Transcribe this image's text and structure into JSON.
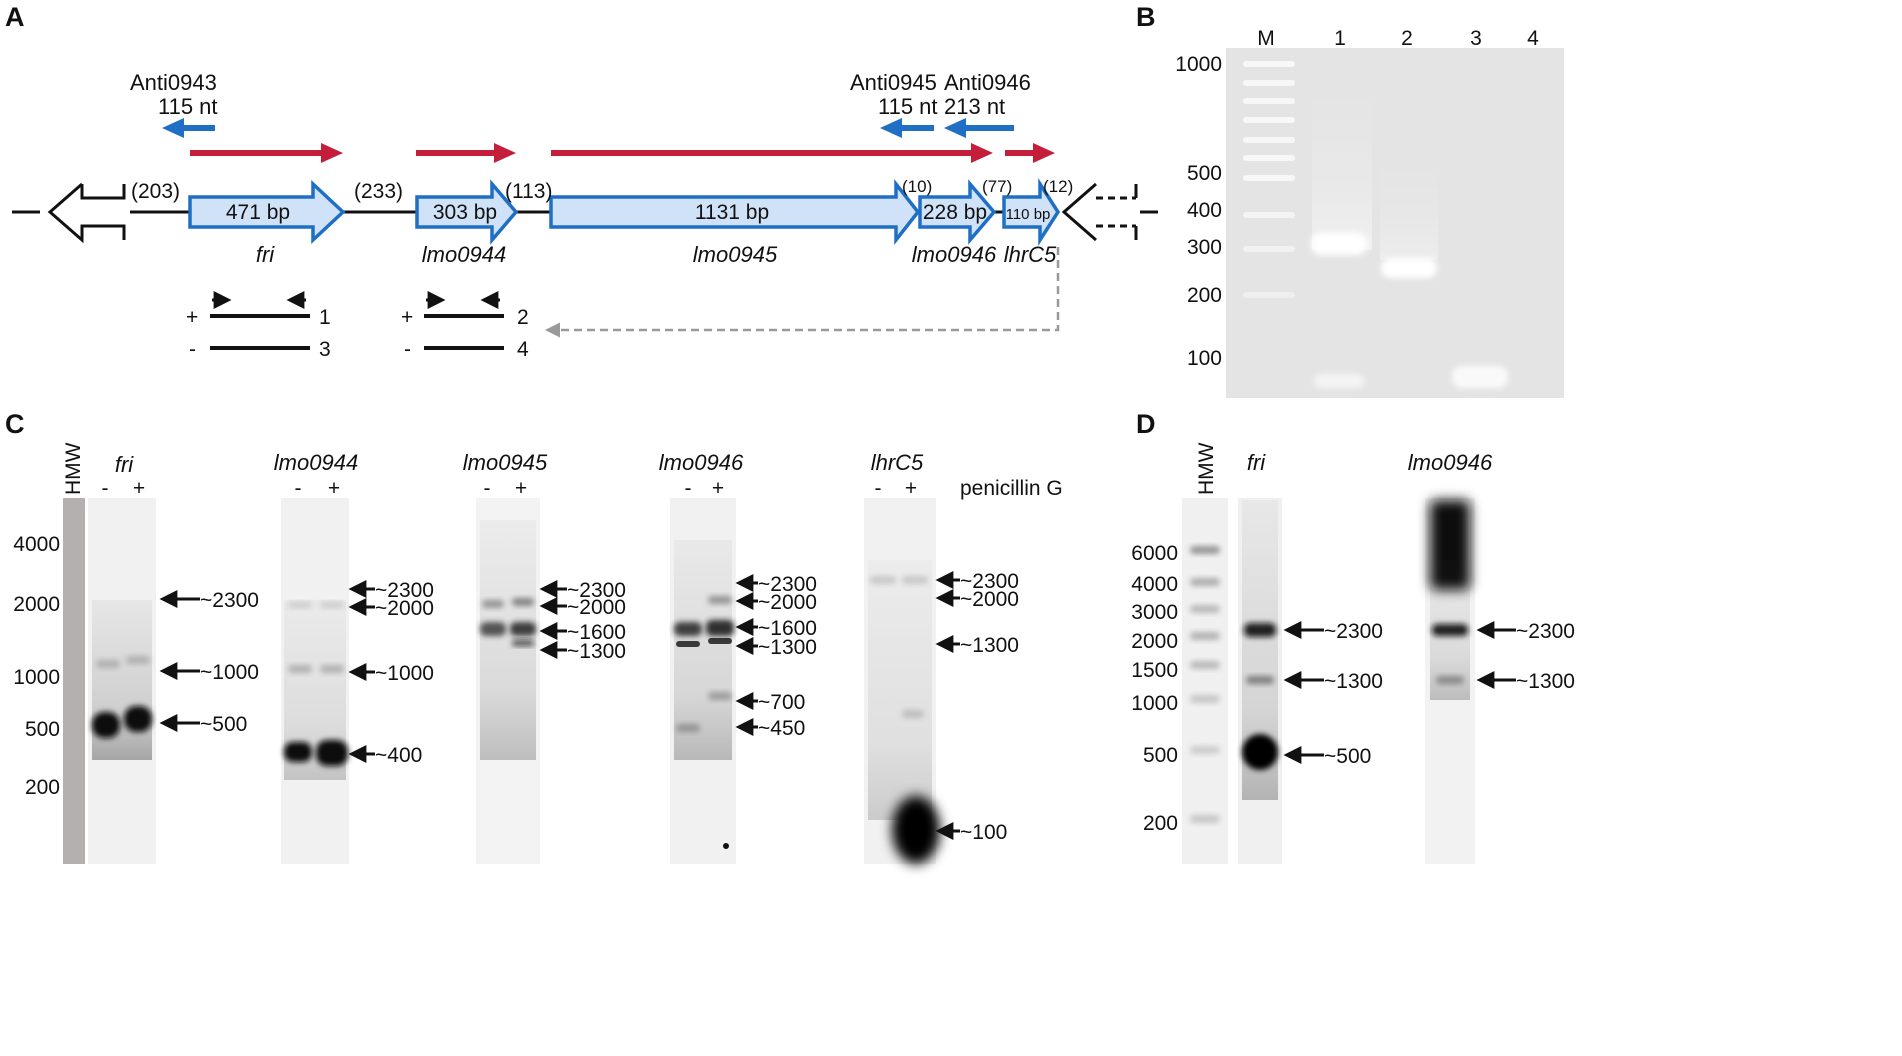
{
  "panels": {
    "a": "A",
    "b": "B",
    "c": "C",
    "d": "D"
  },
  "panel_a": {
    "antisense": [
      {
        "name": "Anti0943",
        "length": "115 nt"
      },
      {
        "name": "Anti0945",
        "length": "115 nt"
      },
      {
        "name": "Anti0946",
        "length": "213 nt"
      }
    ],
    "spacers": [
      "(203)",
      "(233)",
      "(113)",
      "(10)",
      "(77)",
      "(12)"
    ],
    "genes": [
      {
        "name": "fri",
        "size": "471 bp"
      },
      {
        "name": "lmo0944",
        "size": "303 bp"
      },
      {
        "name": "lmo0945",
        "size": "1131 bp"
      },
      {
        "name": "lmo0946",
        "size": "228 bp"
      },
      {
        "name": "lhrC5",
        "size": "110 bp"
      }
    ],
    "pcr_signs": [
      "+",
      "-",
      "+",
      "-"
    ],
    "pcr_numbers": [
      "1",
      "3",
      "2",
      "4"
    ]
  },
  "panel_b": {
    "lanes": [
      "M",
      "1",
      "2",
      "3",
      "4"
    ],
    "markers": [
      "1000",
      "500",
      "400",
      "300",
      "200",
      "100"
    ]
  },
  "panel_c": {
    "ladder": "HMW",
    "markers": [
      "4000",
      "2000",
      "1000",
      "500",
      "200"
    ],
    "treatment": "penicillin G",
    "minus": "-",
    "plus": "+",
    "blots": [
      {
        "gene": "fri",
        "bands": [
          "~2300",
          "~1000",
          "~500"
        ]
      },
      {
        "gene": "lmo0944",
        "bands": [
          "~2300",
          "~2000",
          "~1000",
          "~400"
        ]
      },
      {
        "gene": "lmo0945",
        "bands": [
          "~2300",
          "~2000",
          "~1600",
          "~1300"
        ]
      },
      {
        "gene": "lmo0946",
        "bands": [
          "~2300",
          "~2000",
          "~1600",
          "~1300",
          "~700",
          "~450"
        ]
      },
      {
        "gene": "lhrC5",
        "bands": [
          "~2300",
          "~2000",
          "~1300",
          "~100"
        ]
      }
    ]
  },
  "panel_d": {
    "ladder": "HMW",
    "markers": [
      "6000",
      "4000",
      "3000",
      "2000",
      "1500",
      "1000",
      "500",
      "200"
    ],
    "blots": [
      {
        "gene": "fri",
        "bands": [
          "~2300",
          "~1300",
          "~500"
        ]
      },
      {
        "gene": "lmo0946",
        "bands": [
          "~2300",
          "~1300"
        ]
      }
    ]
  }
}
